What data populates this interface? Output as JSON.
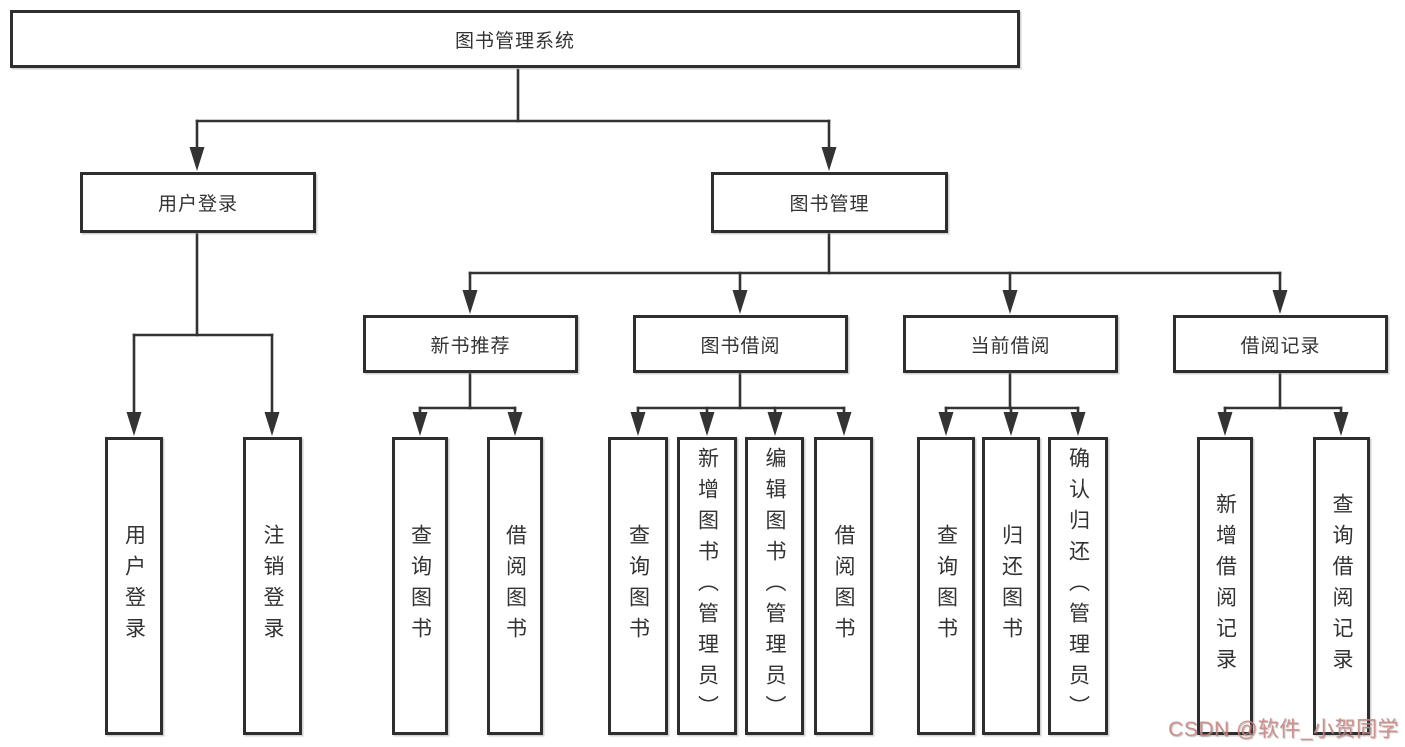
{
  "diagram": {
    "root": "图书管理系统",
    "level1": {
      "login": "用户登录",
      "mgmt": "图书管理"
    },
    "login_children": [
      "用户登录",
      "注销登录"
    ],
    "groups": [
      {
        "label": "新书推荐",
        "children": [
          "查询图书",
          "借阅图书"
        ]
      },
      {
        "label": "图书借阅",
        "children": [
          "查询图书",
          "新增图书（管理员）",
          "编辑图书（管理员）",
          "借阅图书"
        ]
      },
      {
        "label": "当前借阅",
        "children": [
          "查询图书",
          "归还图书",
          "确认归还（管理员）"
        ]
      },
      {
        "label": "借阅记录",
        "children": [
          "新增借阅记录",
          "查询借阅记录"
        ]
      }
    ]
  },
  "watermark": {
    "text": "CSDN @软件_小贺同学"
  },
  "colors": {
    "line": "#333333",
    "box_border": "#2e2e2e",
    "text": "#333333",
    "background": "#ffffff",
    "watermark": "#cb847f"
  }
}
